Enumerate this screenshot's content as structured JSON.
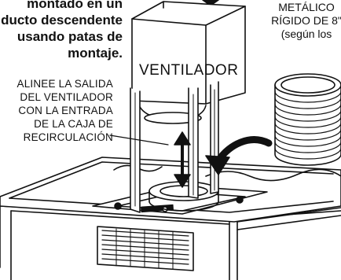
{
  "heading_lines": [
    "montado en un",
    "ducto descendente",
    "usando patas de",
    "montaje."
  ],
  "connect_lines": [
    "ALINEE LA SALIDA",
    "DEL VENTILADOR",
    "CON LA ENTRADA",
    "DE LA CAJA DE",
    "RECIRCULACIÓN"
  ],
  "fan_label": "VENTILADOR",
  "duct_lines": [
    "METÁLICO",
    "RÍGIDO DE 8\"",
    "(según los"
  ],
  "colors": {
    "ink": "#111111",
    "page": "#ffffff",
    "fill": "#ffffff"
  }
}
